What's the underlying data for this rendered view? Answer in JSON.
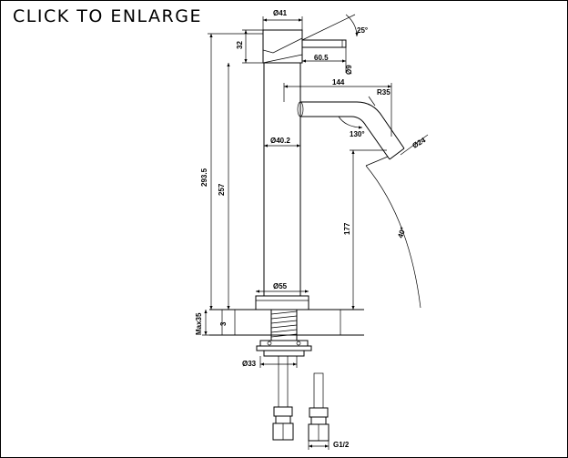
{
  "header": {
    "enlarge_label": "CLICK TO ENLARGE"
  },
  "dimensions": {
    "d41": "Ø41",
    "angle25": "25°",
    "h32": "32",
    "l60_5": "60.5",
    "d9": "Ø9",
    "reach144": "144",
    "r35": "R35",
    "angle130": "130°",
    "d24": "Ø24",
    "d40_2": "Ø40.2",
    "h293_5": "293.5",
    "h257": "257",
    "h177": "177",
    "angle40": "40°",
    "d55": "Ø55",
    "max35": "Max35",
    "h3": "3",
    "d33": "Ø33",
    "g1_2": "G1/2"
  }
}
